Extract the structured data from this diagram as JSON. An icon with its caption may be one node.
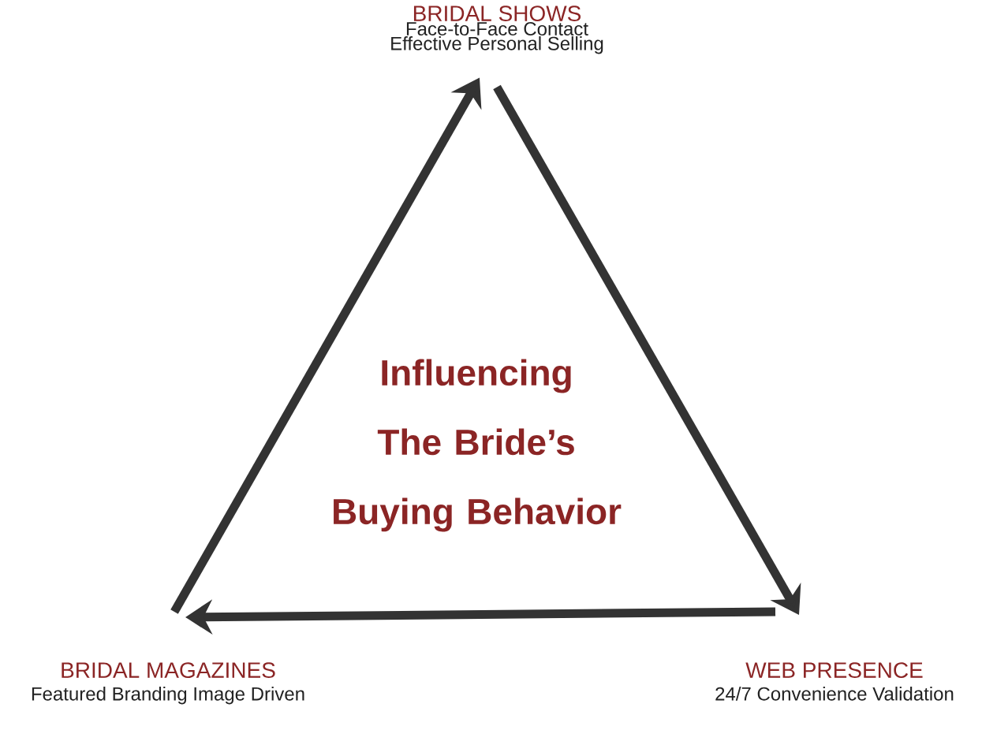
{
  "diagram": {
    "nodes": [
      {
        "text": [
          "BRIDAL SHOWS",
          "Face-to-Face Contact",
          "Effective Personal Selling"
        ]
      },
      {
        "text": [
          "WEB PRESENCE",
          "24/7 Convenience Validation"
        ]
      },
      {
        "text": [
          "BRIDAL MAGAZINES",
          "Featured Branding Image Driven"
        ]
      }
    ],
    "edges": [
      {
        "from": 2,
        "to": 0,
        "arrow": "to"
      },
      {
        "from": 0,
        "to": 1,
        "arrow": "to"
      },
      {
        "from": 1,
        "to": 2,
        "arrow": "to"
      }
    ],
    "labels": [
      "Influencing The Bride’s Buying Behavior"
    ]
  }
}
